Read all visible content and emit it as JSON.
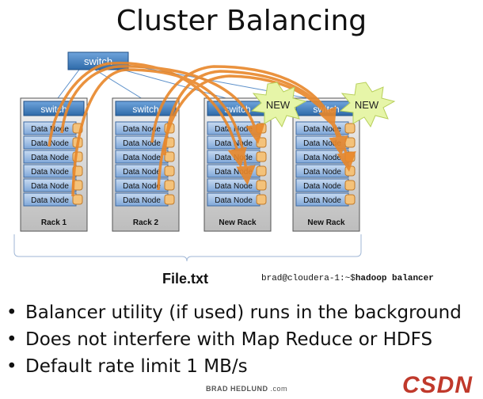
{
  "title": "Cluster Balancing",
  "top_switch_label": "switch",
  "racks": [
    {
      "switch_label": "switch",
      "nodes": [
        "Data Node",
        "Data Node",
        "Data Node",
        "Data Node",
        "Data Node",
        "Data Node"
      ],
      "name": "Rack 1"
    },
    {
      "switch_label": "switch",
      "nodes": [
        "Data Node",
        "Data Node",
        "Data Node",
        "Data Node",
        "Data Node",
        "Data Node"
      ],
      "name": "Rack 2"
    },
    {
      "switch_label": "switch",
      "nodes": [
        "Data Node",
        "Data Node",
        "Data Node",
        "Data Node",
        "Data Node",
        "Data Node"
      ],
      "name": "New Rack"
    },
    {
      "switch_label": "switch",
      "nodes": [
        "Data Node",
        "Data Node",
        "Data Node",
        "Data Node",
        "Data Node",
        "Data Node"
      ],
      "name": "New Rack"
    }
  ],
  "new_badges": [
    "NEW",
    "NEW"
  ],
  "file_label": "File.txt",
  "command": {
    "prompt": "brad@cloudera-1:~$",
    "cmd": "hadoop balancer"
  },
  "bullets": [
    "Balancer utility (if used) runs in the background",
    "Does not interfere with Map Reduce or HDFS",
    "Default rate limit 1 MB/s"
  ],
  "credit": {
    "name": "BRAD HEDLUND",
    "suffix": " .com"
  },
  "logo": "CSDN",
  "colors": {
    "switch_fill": "#3f7fc0",
    "node_fill": "#7ea6d8",
    "rack_fill": "#d9d9d9",
    "arrow": "#e8872a",
    "badge": "#e6f5a8",
    "brace": "#9fb6d6"
  }
}
